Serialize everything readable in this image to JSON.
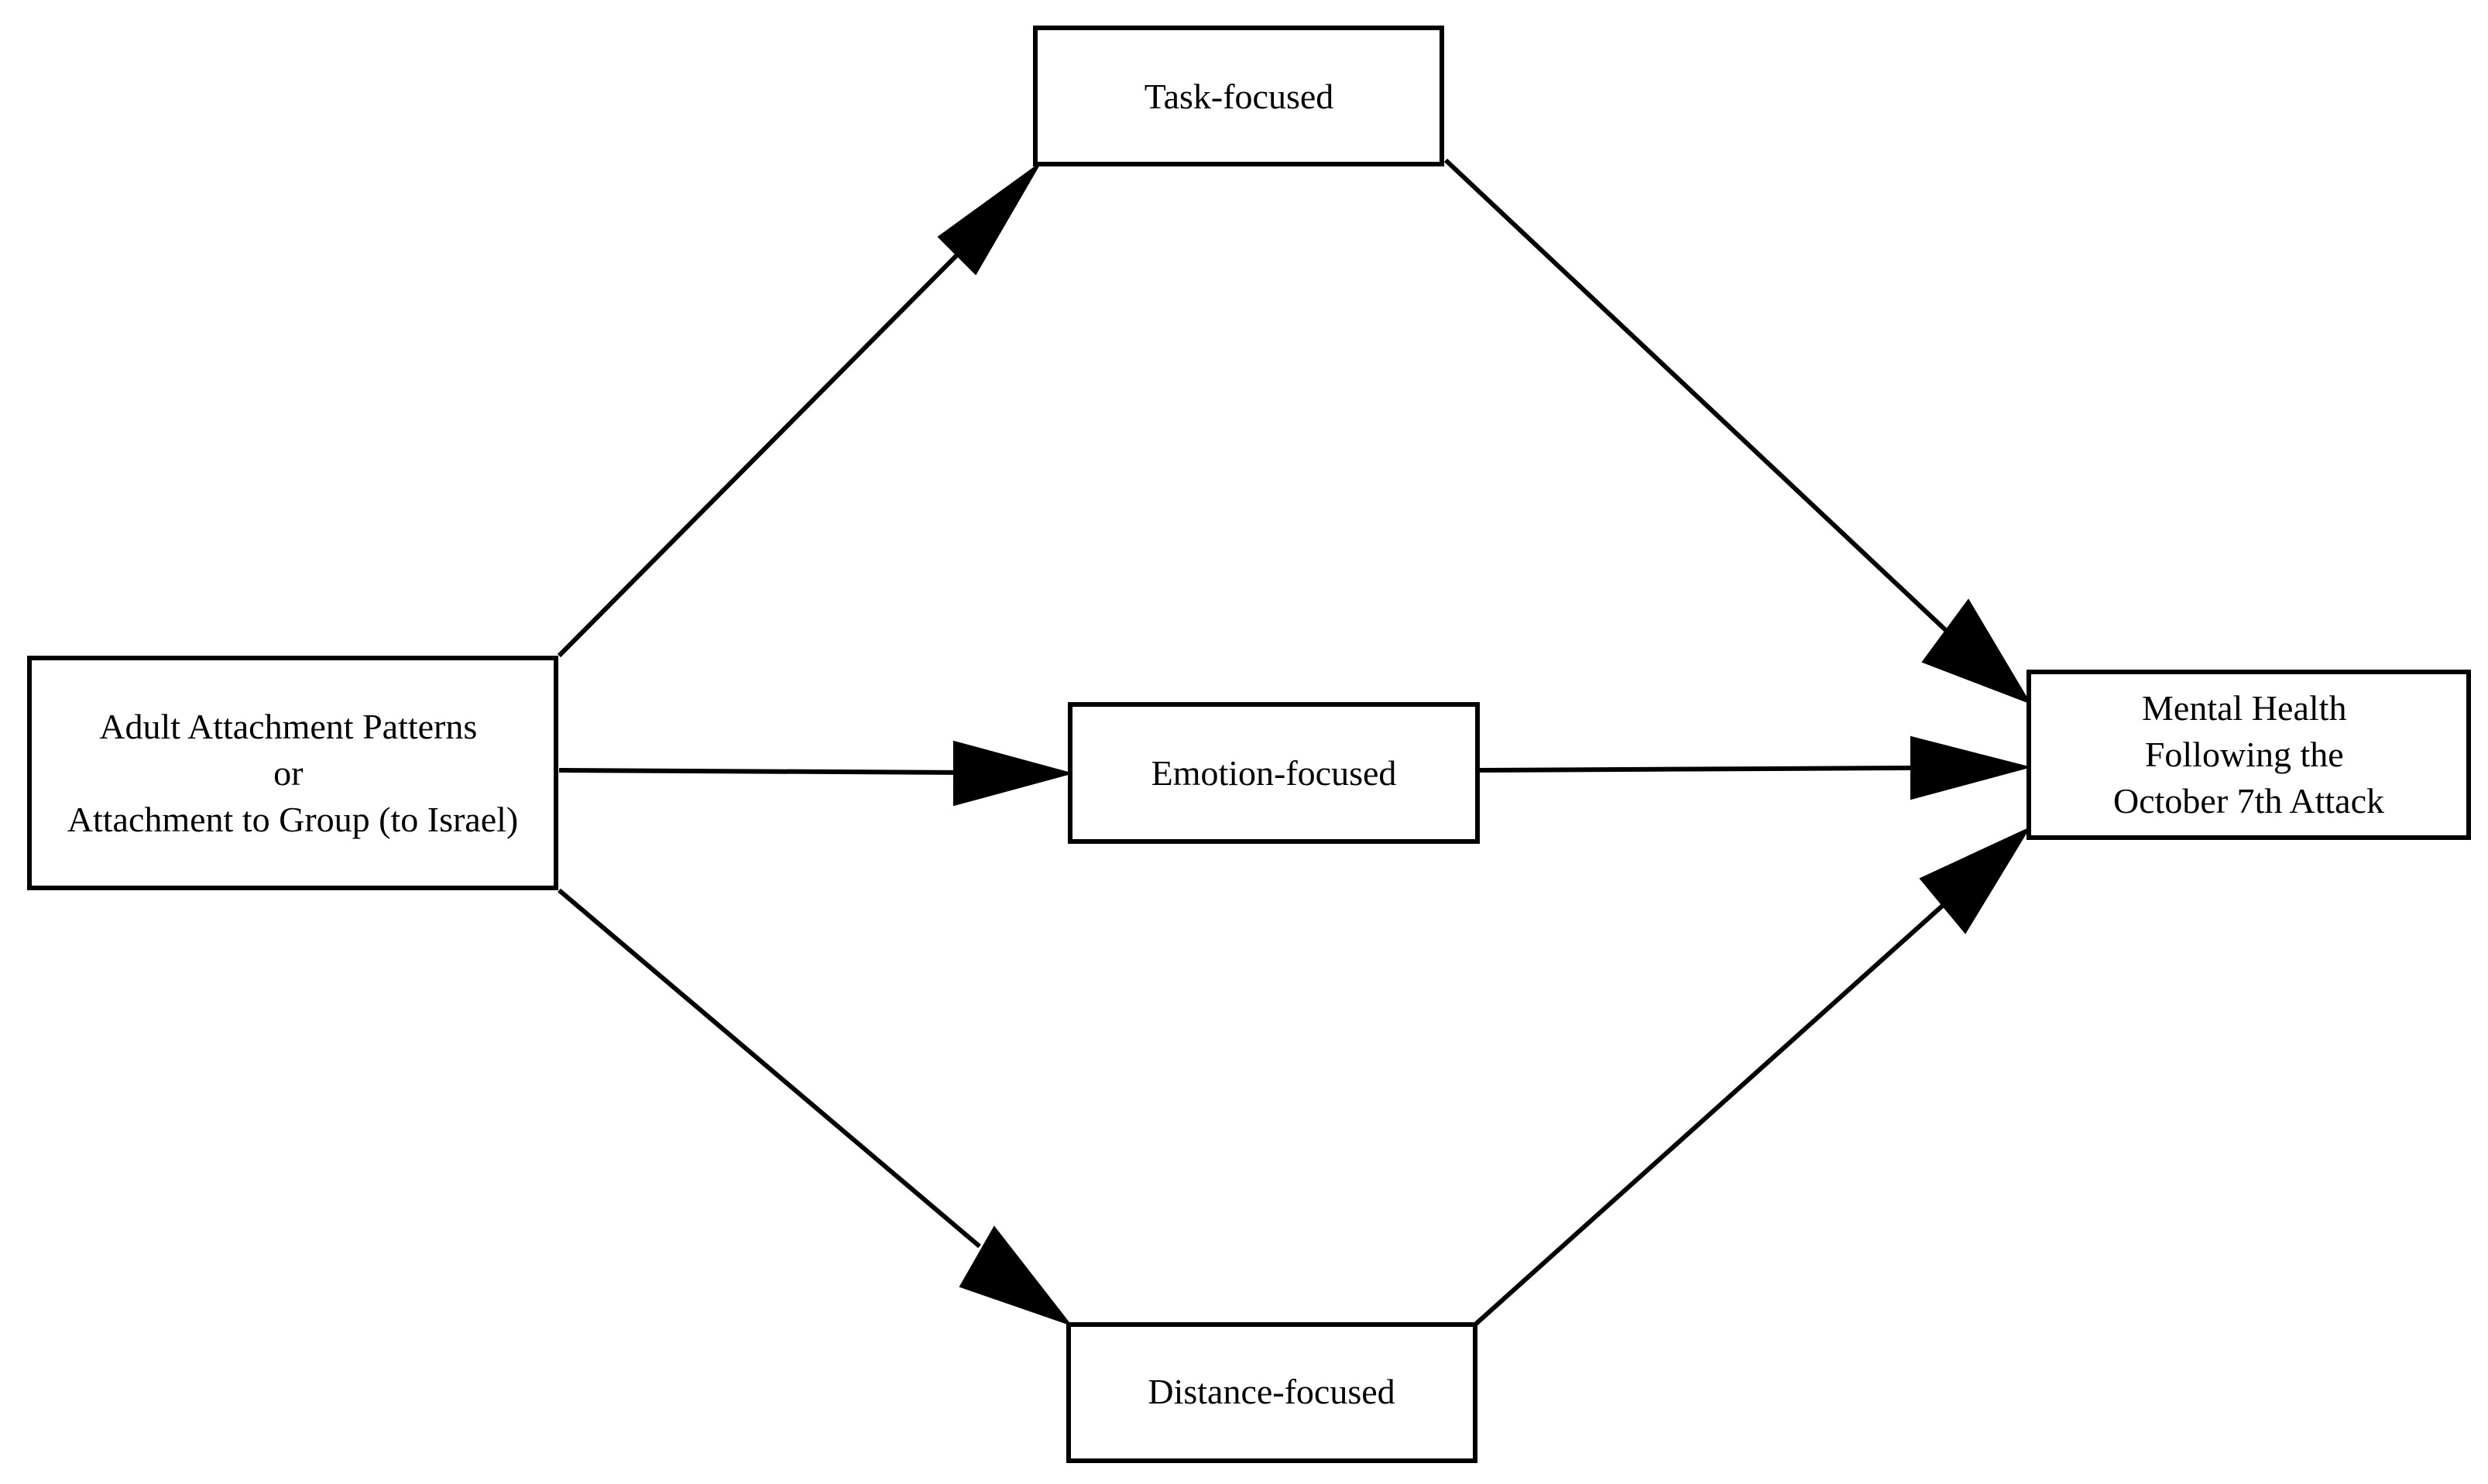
{
  "diagram": {
    "nodes": {
      "source": {
        "lines": [
          "Adult Attachment Patterns",
          "or",
          "Attachment to Group (to Israel)"
        ]
      },
      "task": {
        "lines": [
          "Task-focused"
        ]
      },
      "emotion": {
        "lines": [
          "Emotion-focused"
        ]
      },
      "distance": {
        "lines": [
          "Distance-focused"
        ]
      },
      "outcome": {
        "lines": [
          "Mental Health",
          "Following the",
          "October 7th Attack"
        ]
      }
    },
    "edges": [
      {
        "from": "source",
        "to": "task"
      },
      {
        "from": "source",
        "to": "emotion"
      },
      {
        "from": "source",
        "to": "distance"
      },
      {
        "from": "task",
        "to": "outcome"
      },
      {
        "from": "emotion",
        "to": "outcome"
      },
      {
        "from": "distance",
        "to": "outcome"
      }
    ],
    "colors": {
      "stroke": "#000000",
      "fill": "#ffffff"
    }
  }
}
